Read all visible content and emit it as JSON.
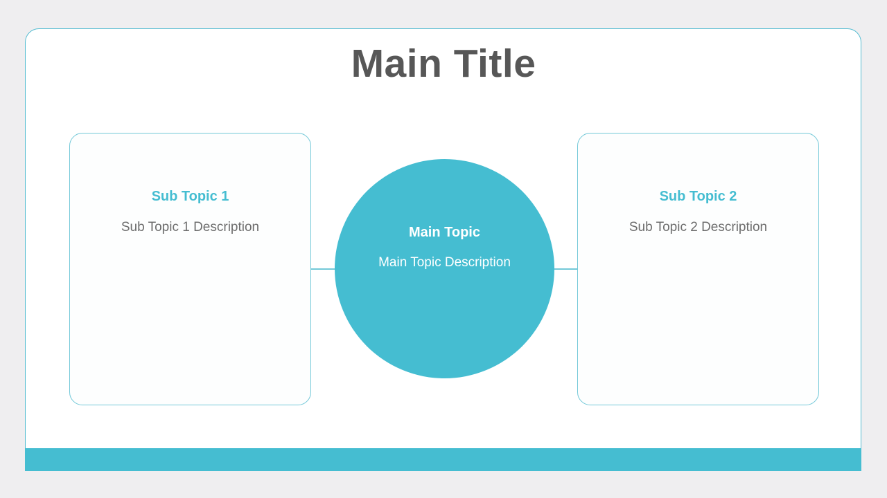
{
  "slide": {
    "title": "Main Title",
    "background_color": "#efeef0",
    "frame_color": "#56bdd2",
    "accent_color": "#45bdd1",
    "title_color": "#575757"
  },
  "center_node": {
    "title": "Main Topic",
    "description": "Main Topic Description",
    "fill_color": "#45bdd1",
    "text_color": "#ffffff"
  },
  "branches": [
    {
      "title": "Sub Topic 1",
      "description": "Sub Topic 1 Description",
      "title_color": "#45bdd1",
      "description_color": "#6d6d6d",
      "position": "left"
    },
    {
      "title": "Sub Topic 2",
      "description": "Sub Topic 2 Description",
      "title_color": "#45bdd1",
      "description_color": "#6d6d6d",
      "position": "right"
    }
  ]
}
